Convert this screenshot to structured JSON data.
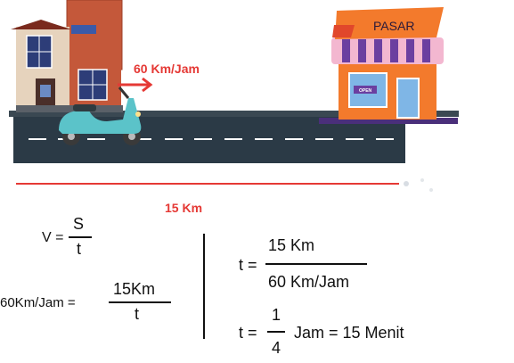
{
  "colors": {
    "road": "#2b3a46",
    "accent_red": "#e53935",
    "scooter": "#5bc3c9",
    "shop_orange": "#f37a2c",
    "awning_pink": "#f3b7d0",
    "awning_purple": "#6b3fa0"
  },
  "illustration": {
    "speed_label": "60 Km/Jam",
    "shop_sign": "PASAR",
    "shop_open_sign": "OPEN",
    "distance_label": "15 Km"
  },
  "formula_left": {
    "v_lhs": "V =",
    "v_num": "S",
    "v_den": "t",
    "sub_lhs": "60Km/Jam =",
    "sub_num": "15Km",
    "sub_den": "t"
  },
  "formula_right": {
    "t1_lhs": "t =",
    "t1_num": "15 Km",
    "t1_den": "60 Km/Jam",
    "t2_lhs": "t =",
    "t2_num": "1",
    "t2_den": "4",
    "t2_rhs": "Jam = 15 Menit"
  }
}
